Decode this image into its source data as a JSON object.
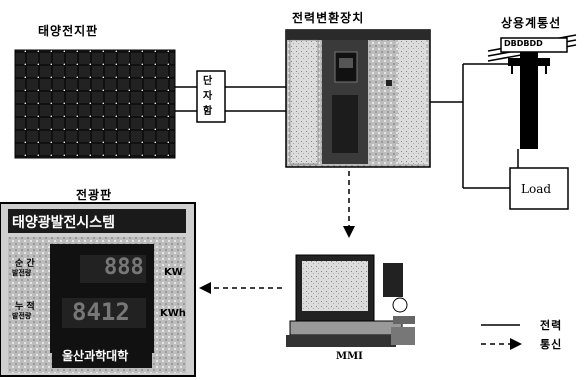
{
  "labels": {
    "solar_panel": "태양전지판",
    "inverter": "전력변환장치",
    "grid": "상용계통선",
    "junction_box": "단\n자\n함",
    "load": "Load",
    "display_board": "전광판",
    "mmi": "MMI",
    "pole_sign": "DBDBDD"
  },
  "display_board": {
    "title": "태양광발전시스템",
    "row1_label_a": "순 간",
    "row1_label_b": "발전량",
    "row1_unit": "KW",
    "row2_label_a": "누 적",
    "row2_label_b": "발전량",
    "row2_unit": "KWh",
    "footer": "울산과학대학",
    "digits_row1": "888",
    "digits_row2": "8412"
  },
  "legend": {
    "power_line": "전력",
    "comm_line": "통신"
  },
  "colors": {
    "ink": "#000000",
    "panel_dark": "#111111",
    "board_dark": "#1a1a1a",
    "inverter_light": "#cfcfcf"
  }
}
